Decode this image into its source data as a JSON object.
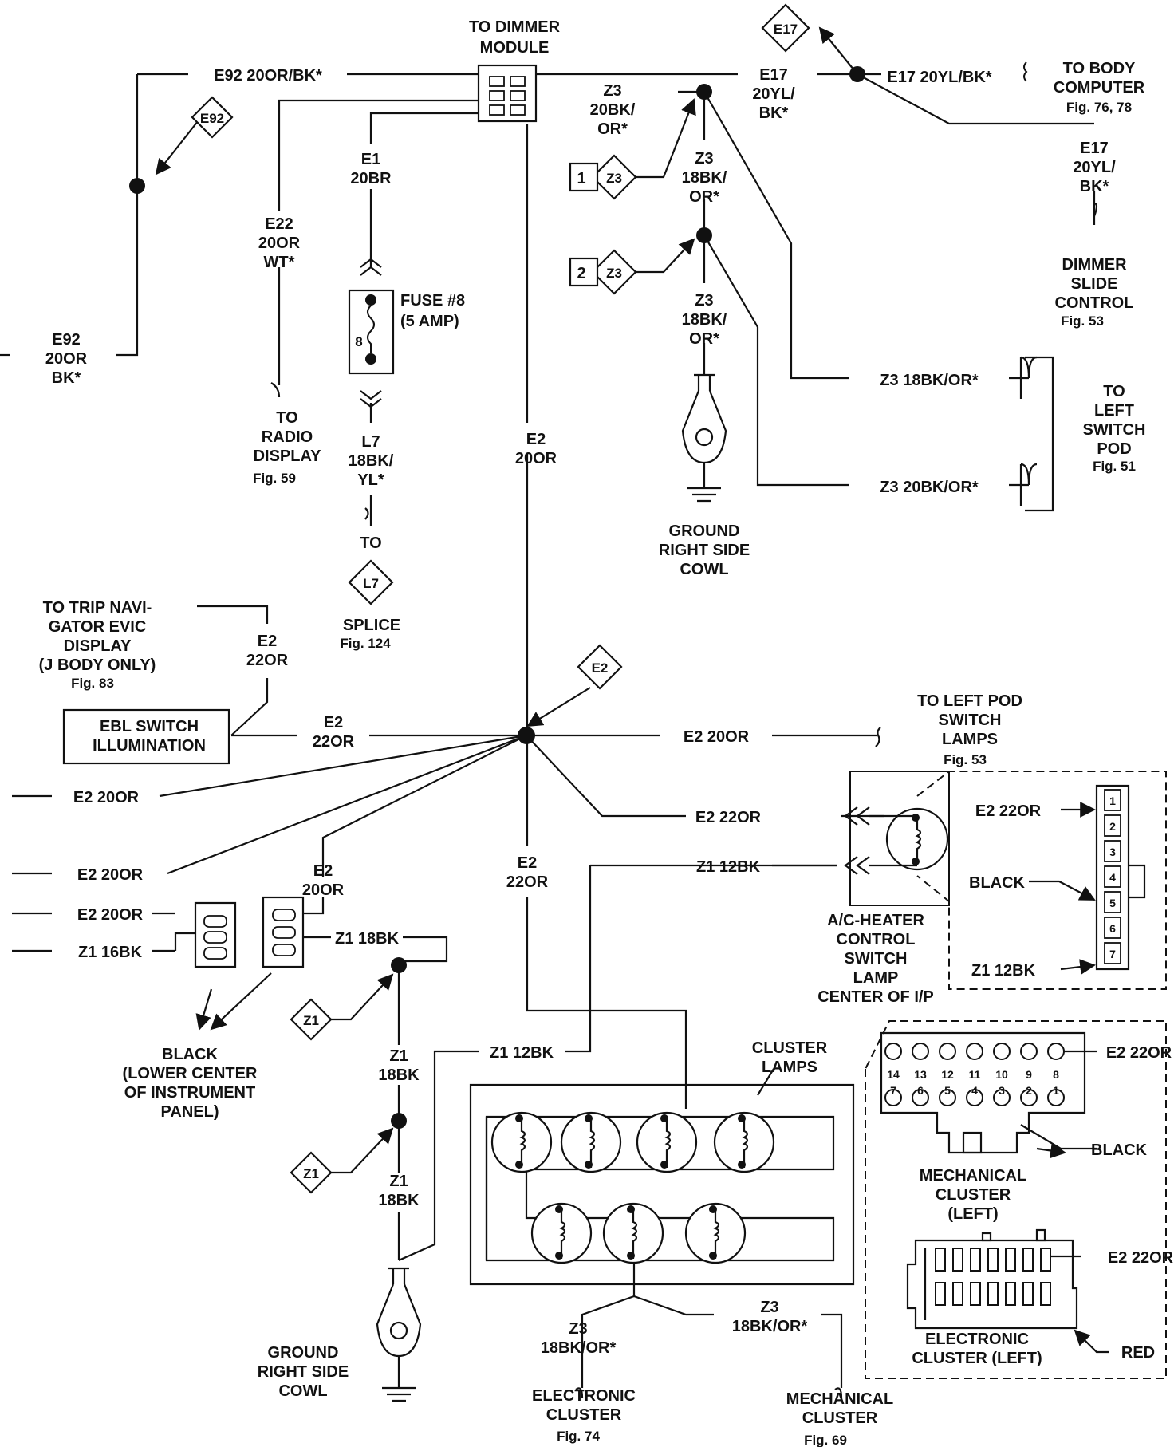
{
  "labels": {
    "to_dimmer_module": [
      "TO DIMMER",
      "MODULE"
    ],
    "e92_top": "E92 20OR/BK*",
    "e92_tag": "E92",
    "e92_left": [
      "E92",
      "20OR",
      "BK*"
    ],
    "e22": [
      "E22",
      "20OR",
      "WT*"
    ],
    "e1": [
      "E1",
      "20BR"
    ],
    "fuse": [
      "FUSE #8",
      "(5 AMP)"
    ],
    "fuse_num": "8",
    "l7_wire": [
      "L7",
      "18BK/",
      "YL*"
    ],
    "to_radio": [
      "TO",
      "RADIO",
      "DISPLAY"
    ],
    "fig59": "Fig. 59",
    "to_word": "TO",
    "l7_tag": "L7",
    "splice": "SPLICE",
    "fig124": "Fig. 124",
    "z3_a": [
      "Z3",
      "20BK/",
      "OR*"
    ],
    "z3_tag": "Z3",
    "tag_1": "1",
    "tag_2": "2",
    "z3_b": [
      "Z3",
      "18BK/",
      "OR*"
    ],
    "z3_c": [
      "Z3",
      "18BK/",
      "OR*"
    ],
    "ground_top": [
      "GROUND",
      "RIGHT SIDE",
      "COWL"
    ],
    "e17_tag": "E17",
    "e17_mid": [
      "E17",
      "20YL/",
      "BK*"
    ],
    "e17_right": "E17 20YL/BK*",
    "to_body": [
      "TO BODY",
      "COMPUTER"
    ],
    "fig7678": "Fig. 76, 78",
    "e17_down": [
      "E17",
      "20YL/",
      "BK*"
    ],
    "dimmer_slide": [
      "DIMMER",
      "SLIDE",
      "CONTROL"
    ],
    "fig53a": "Fig. 53",
    "z3_18": "Z3 18BK/OR*",
    "z3_20": "Z3 20BK/OR*",
    "to_left_switch": [
      "TO",
      "LEFT",
      "SWITCH",
      "POD"
    ],
    "fig51": "Fig. 51",
    "e2_center": [
      "E2",
      "20OR"
    ],
    "to_trip": [
      "TO TRIP NAVI-",
      "GATOR EVIC",
      "DISPLAY",
      "(J BODY ONLY)"
    ],
    "fig83": "Fig. 83",
    "e2_22_a": [
      "E2",
      "22OR"
    ],
    "ebl": [
      "EBL SWITCH",
      "ILLUMINATION"
    ],
    "e2_22_b": [
      "E2",
      "22OR"
    ],
    "e2_tag": "E2",
    "e2_20_right": "E2 20OR",
    "to_left_pod": [
      "TO LEFT POD",
      "SWITCH",
      "LAMPS"
    ],
    "fig53b": "Fig. 53",
    "e2_20_l1": "E2 20OR",
    "e2_20_l2": "E2 20OR",
    "e2_20_l3": "E2 20OR",
    "z1_16": "Z1 16BK",
    "e2_20_conn": [
      "E2",
      "20OR"
    ],
    "z1_18_conn": "Z1 18BK",
    "black_lower": [
      "BLACK",
      "(LOWER CENTER",
      "OF INSTRUMENT",
      "PANEL)"
    ],
    "z1_tag": "Z1",
    "z1_18a": [
      "Z1",
      "18BK"
    ],
    "z1_18b": [
      "Z1",
      "18BK"
    ],
    "ground_bottom": [
      "GROUND",
      "RIGHT SIDE",
      "COWL"
    ],
    "e2_22_mid": [
      "E2",
      "22OR"
    ],
    "e2_22_ac": "E2 22OR",
    "z1_12_ac": "Z1 12BK",
    "ac_heater": [
      "A/C-HEATER",
      "CONTROL",
      "SWITCH",
      "LAMP",
      "CENTER OF I/P"
    ],
    "conn_e2_22": "E2 22OR",
    "conn_black": "BLACK",
    "conn_z1_12": "Z1 12BK",
    "conn_pins": [
      "1",
      "2",
      "3",
      "4",
      "5",
      "6",
      "7"
    ],
    "z1_12_cl": "Z1 12BK",
    "cluster_lamps": [
      "CLUSTER",
      "LAMPS"
    ],
    "z3_ec": [
      "Z3",
      "18BK/OR*"
    ],
    "electronic_cluster": [
      "ELECTRONIC",
      "CLUSTER"
    ],
    "fig74": "Fig. 74",
    "z3_mc": [
      "Z3",
      "18BK/OR*"
    ],
    "mechanical_cluster": [
      "MECHANICAL",
      "CLUSTER"
    ],
    "fig69": "Fig. 69",
    "mc_pins_top": [
      "14",
      "13",
      "12",
      "11",
      "10",
      "9",
      "8"
    ],
    "mc_pins_bot": [
      "7",
      "6",
      "5",
      "4",
      "3",
      "2",
      "1"
    ],
    "mc_e2": "E2 22OR",
    "mc_black": "BLACK",
    "mc_title": [
      "MECHANICAL",
      "CLUSTER",
      "(LEFT)"
    ],
    "ec_e2": "E2 22OR",
    "ec_title": [
      "ELECTRONIC",
      "CLUSTER (LEFT)"
    ],
    "ec_red": "RED"
  }
}
